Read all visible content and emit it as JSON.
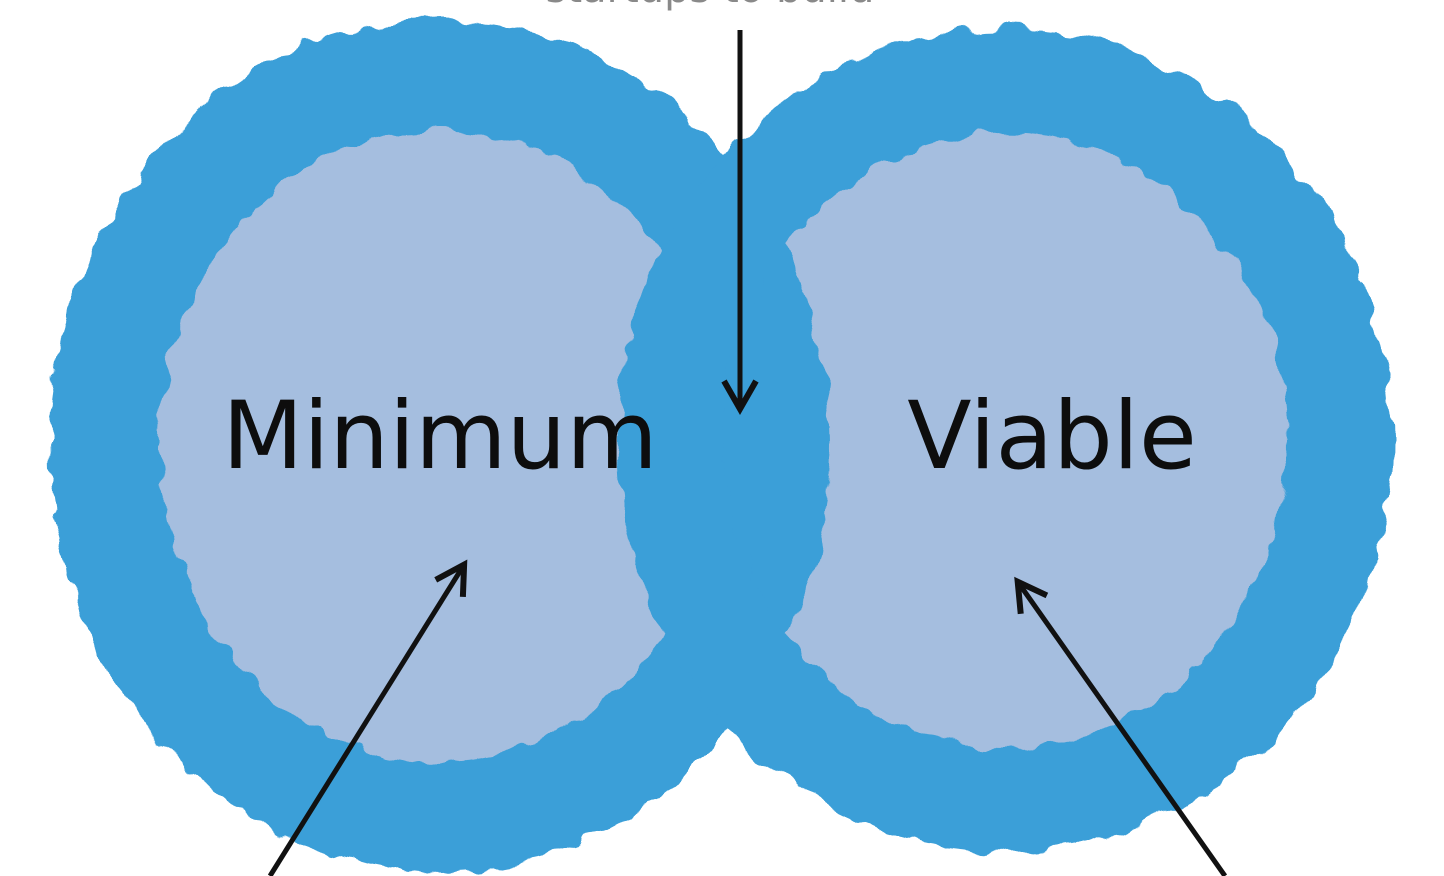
{
  "diagram": {
    "top_caption": "startups to build",
    "left_label": "Minimum",
    "right_label": "Viable",
    "colors": {
      "ring": "#3b9fd8",
      "fill": "#a5bedf",
      "overlap": "#8ea8d2",
      "text": "#0d0d0d",
      "arrow": "#111111"
    }
  }
}
